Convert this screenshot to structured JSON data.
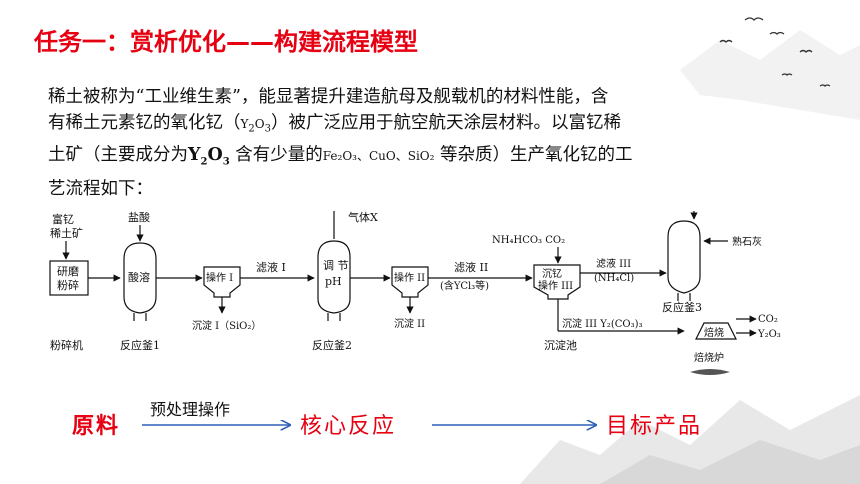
{
  "title": "任务一：赏析优化——构建流程模型",
  "paragraph": {
    "p1": "稀土被称为“工业维生素”，能显著提升建造航母及舰载机的材料性能，含",
    "p2a": "有稀土元素钇的氧化钇（",
    "y2o3": "Y",
    "p2b": "）被广泛应用于航空航天涂层材料。以富钇稀",
    "p3a": "土矿（主要成分为",
    "y2o3b": "Y",
    "p3b": "含有少量的",
    "impurities": "Fe₂O₃、CuO、SiO₂",
    "p3c": "等杂质）生产氧化钇的工",
    "p4": "艺流程如下："
  },
  "flowchart": {
    "ore": [
      "富钇",
      "稀土矿"
    ],
    "grind": [
      "研磨",
      "粉碎"
    ],
    "grinder": "粉碎机",
    "hcl": "盐酸",
    "acid_dissolve": "酸溶",
    "reactor1": "反应釜1",
    "op1": "操作 I",
    "precip1": "沉淀 I（SiO₂）",
    "filtrate1": "滤液 I",
    "gas_x": "气体X",
    "adjust_ph": [
      "调 节",
      "pH"
    ],
    "reactor2": "反应釜2",
    "op2": "操作 II",
    "precip2": "沉淀 II",
    "filtrate2": "滤液 II",
    "filtrate2_note": "(含YCl₃等)",
    "reagents": "NH₄HCO₃ CO₂",
    "ppt_y": [
      "沉钇",
      "操作 III"
    ],
    "precip_pool": "沉淀池",
    "filtrate3": "滤液 III",
    "filtrate3_note": "(NH₄Cl)",
    "lime": "熟石灰",
    "reactor3": "反应釜3",
    "precip3": "沉淀 III Y₂(CO₃)₃",
    "calcine": "焙烧",
    "furnace": "焙烧炉",
    "co2_out": "CO₂",
    "y2o3_out": "Y₂O₃"
  },
  "bottom": {
    "pretreat": "预处理操作",
    "raw": "原料",
    "core": "核心反应",
    "target": "目标产品"
  },
  "colors": {
    "title": "#e60012",
    "raw": "#e60012",
    "core": "#e60012",
    "target": "#e60012",
    "arrow": "#2e5fb8"
  }
}
